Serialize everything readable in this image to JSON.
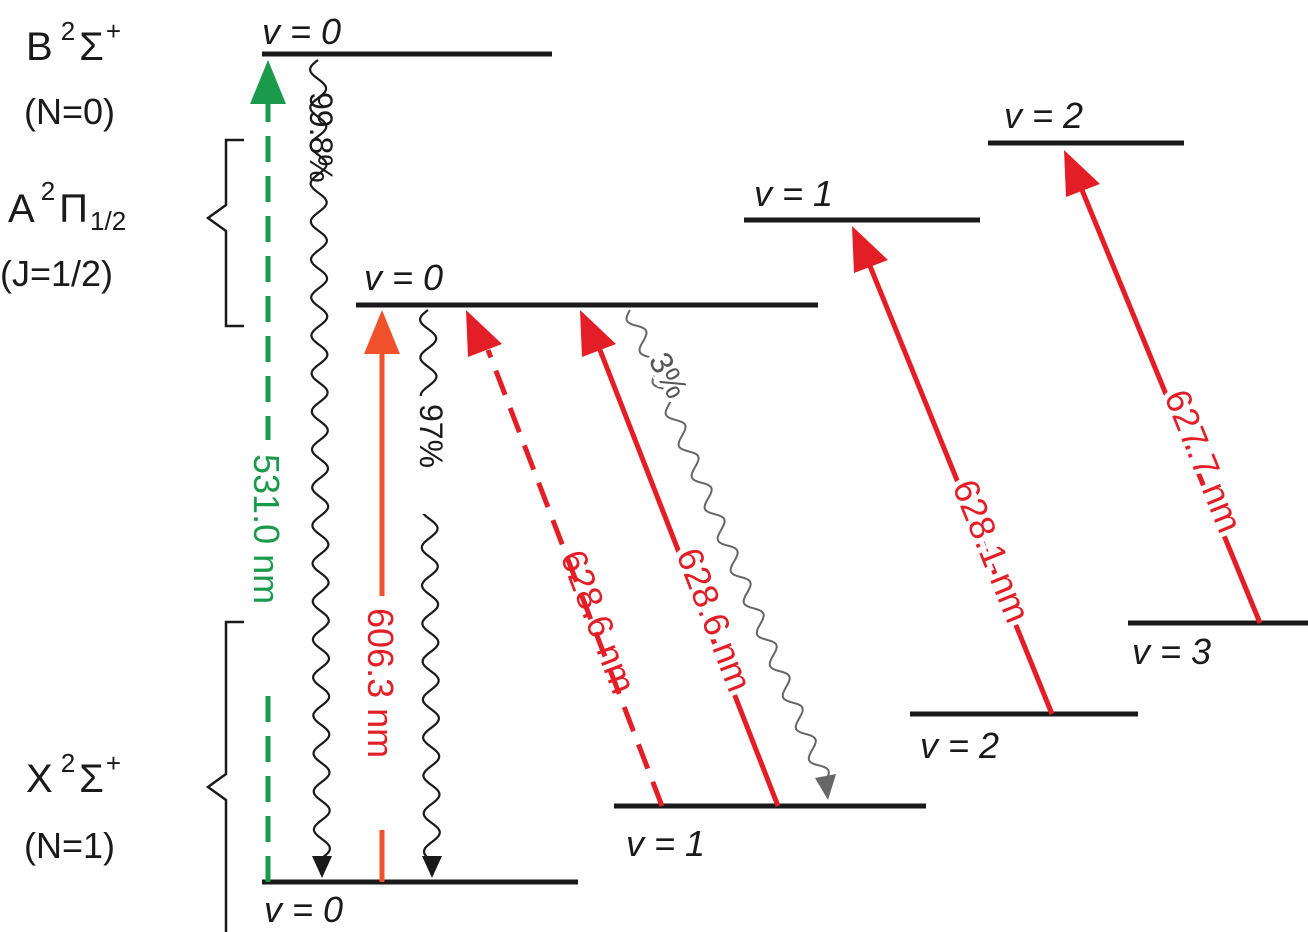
{
  "colors": {
    "level": "#1a1a1a",
    "green": "#1a9a4a",
    "orange": "#f0502a",
    "red": "#e31e26",
    "gray": "#666666"
  },
  "states": {
    "B": {
      "letter": "B",
      "sup": "2",
      "sym": "Σ",
      "sup2": "+",
      "qn": "(N=0)"
    },
    "A": {
      "letter": "A",
      "sup": "2",
      "sym": "Π",
      "sub": "1/2",
      "qn": "(J=1/2)"
    },
    "X": {
      "letter": "X",
      "sup": "2",
      "sym": "Σ",
      "sup2": "+",
      "qn": "(N=1)"
    }
  },
  "levels": {
    "B_v0": "v = 0",
    "A_v0": "v = 0",
    "A_v1": "v = 1",
    "A_v2": "v = 2",
    "X_v0": "v = 0",
    "X_v1": "v = 1",
    "X_v2": "v = 2",
    "X_v3": "v = 3"
  },
  "transitions": {
    "green_531": "531.0 nm",
    "main_606": "606.3 nm",
    "rep_dashed": "628.6 nm",
    "rep_solid": "628.6 nm",
    "rep_v2": "628.1 nm",
    "rep_v3": "627.7 nm"
  },
  "branching": {
    "b_decay": "99.8%",
    "a_decay": "97%",
    "a_v1_decay": "3%"
  }
}
